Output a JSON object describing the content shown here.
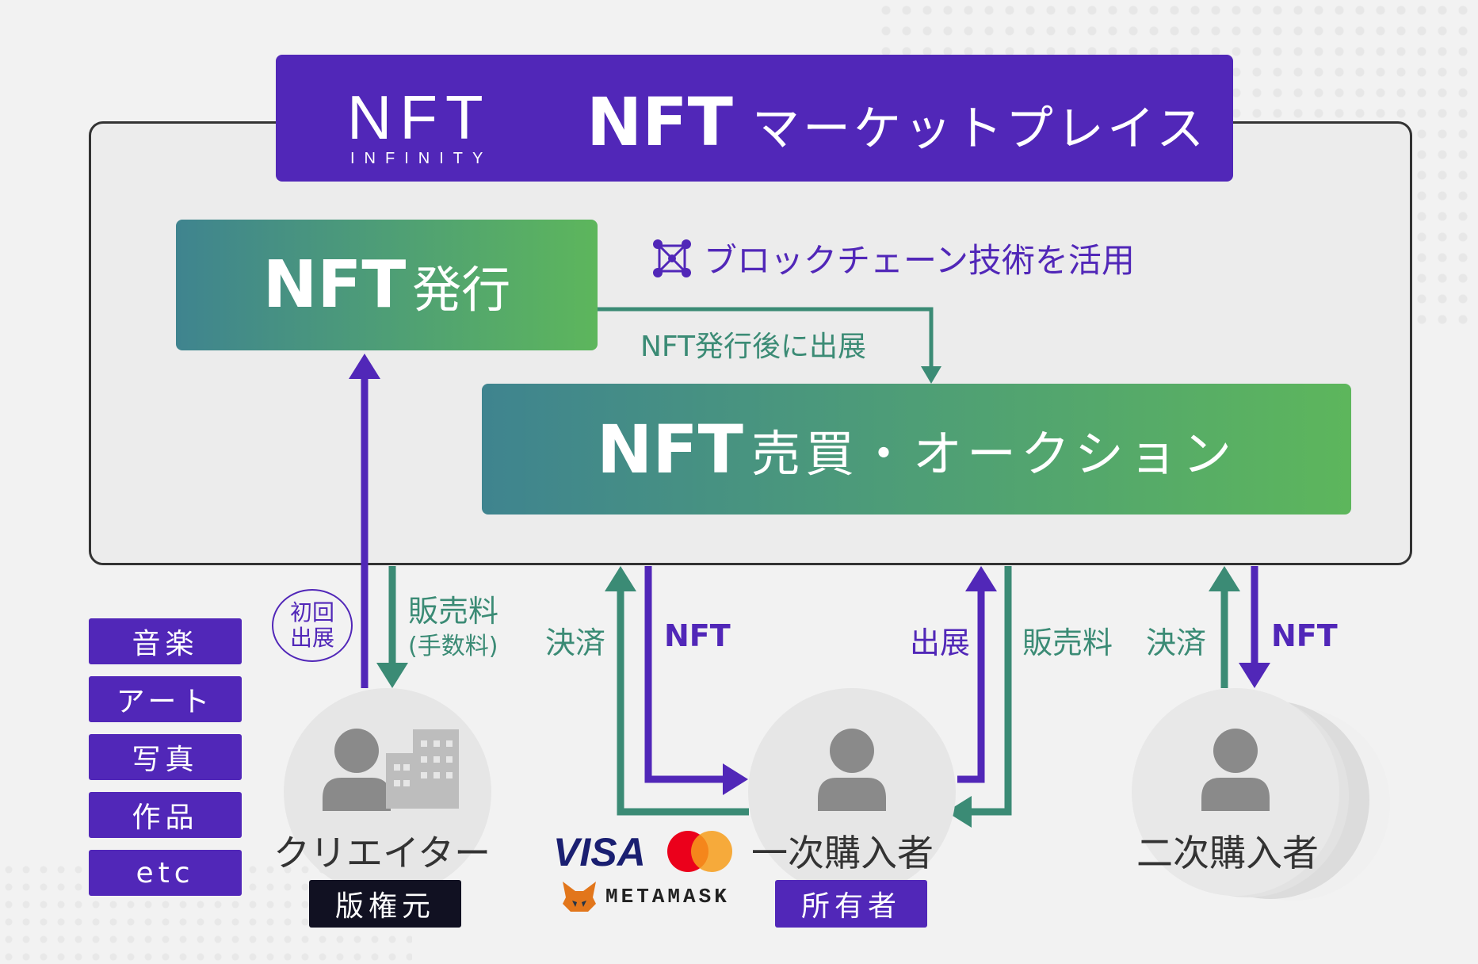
{
  "header": {
    "logo_main": "NFT",
    "logo_sub": "INFINITY",
    "title_nft": "NFT",
    "title_rest": "マーケットプレイス"
  },
  "issue_box": {
    "nft": "NFT",
    "rest": "発行"
  },
  "trade_box": {
    "nft": "NFT",
    "rest": "売買・オークション"
  },
  "blockchain_note": "ブロックチェーン技術を活用",
  "after_issue_note": "NFT発行後に出展",
  "flows": {
    "first_exhibit_line1": "初回",
    "first_exhibit_line2": "出展",
    "sales_fee": "販売料",
    "sales_fee_sub": "(手数料)",
    "payment_1": "決済",
    "nft_1": "NFT",
    "exhibit_2": "出展",
    "sales_fee_2": "販売料",
    "payment_2": "決済",
    "nft_2": "NFT"
  },
  "categories": [
    "音楽",
    "アート",
    "写真",
    "作品",
    "etc"
  ],
  "creator": {
    "label": "クリエイター",
    "tag": "版権元"
  },
  "primary_buyer": {
    "label": "一次購入者",
    "tag": "所有者"
  },
  "secondary_buyer": {
    "label": "二次購入者"
  },
  "payment": {
    "visa": "VISA",
    "metamask": "METAMASK"
  },
  "colors": {
    "purple": "#5127b8",
    "green": "#3b8b75",
    "dark": "#111122"
  }
}
